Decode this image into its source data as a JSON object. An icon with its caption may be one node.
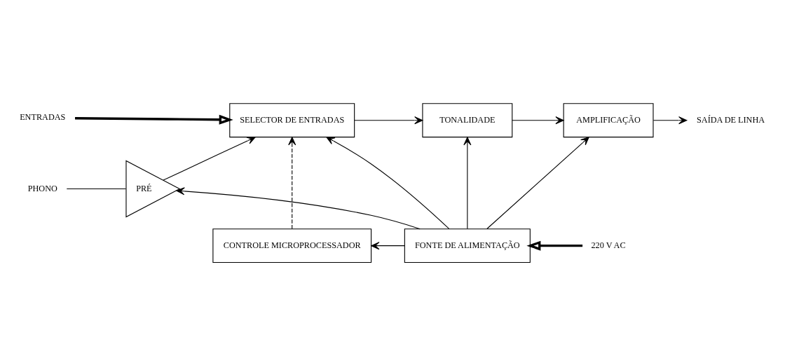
{
  "diagram": {
    "nodes": [
      {
        "text": [
          "ENTRADAS"
        ]
      },
      {
        "text": [
          "PHONO"
        ]
      },
      {
        "text": [
          "PRÉ"
        ]
      },
      {
        "text": [
          "SELECTOR DE ENTRADAS"
        ]
      },
      {
        "text": [
          "TONALIDADE"
        ]
      },
      {
        "text": [
          "AMPLIFICAÇÃO"
        ]
      },
      {
        "text": [
          "SAÍDA DE LINHA"
        ]
      },
      {
        "text": [
          "CONTROLE MICROPROCESSADOR"
        ]
      },
      {
        "text": [
          "FONTE DE ALIMENTAÇÃO"
        ]
      },
      {
        "text": [
          "220 V AC"
        ]
      }
    ],
    "edges": [
      {
        "from": 0,
        "to": 3,
        "arrow": "to",
        "style": "thick"
      },
      {
        "from": 1,
        "to": 2,
        "arrow": "none"
      },
      {
        "from": 2,
        "to": 3,
        "arrow": "to"
      },
      {
        "from": 3,
        "to": 4,
        "arrow": "to"
      },
      {
        "from": 4,
        "to": 5,
        "arrow": "to"
      },
      {
        "from": 5,
        "to": 6,
        "arrow": "to"
      },
      {
        "from": 8,
        "to": 2,
        "arrow": "to"
      },
      {
        "from": 8,
        "to": 3,
        "arrow": "to"
      },
      {
        "from": 8,
        "to": 4,
        "arrow": "to"
      },
      {
        "from": 8,
        "to": 5,
        "arrow": "to"
      },
      {
        "from": 7,
        "to": 3,
        "arrow": "to",
        "style": "dashed"
      },
      {
        "from": 8,
        "to": 7,
        "arrow": "to"
      },
      {
        "from": 9,
        "to": 8,
        "arrow": "to",
        "style": "thick"
      }
    ]
  }
}
